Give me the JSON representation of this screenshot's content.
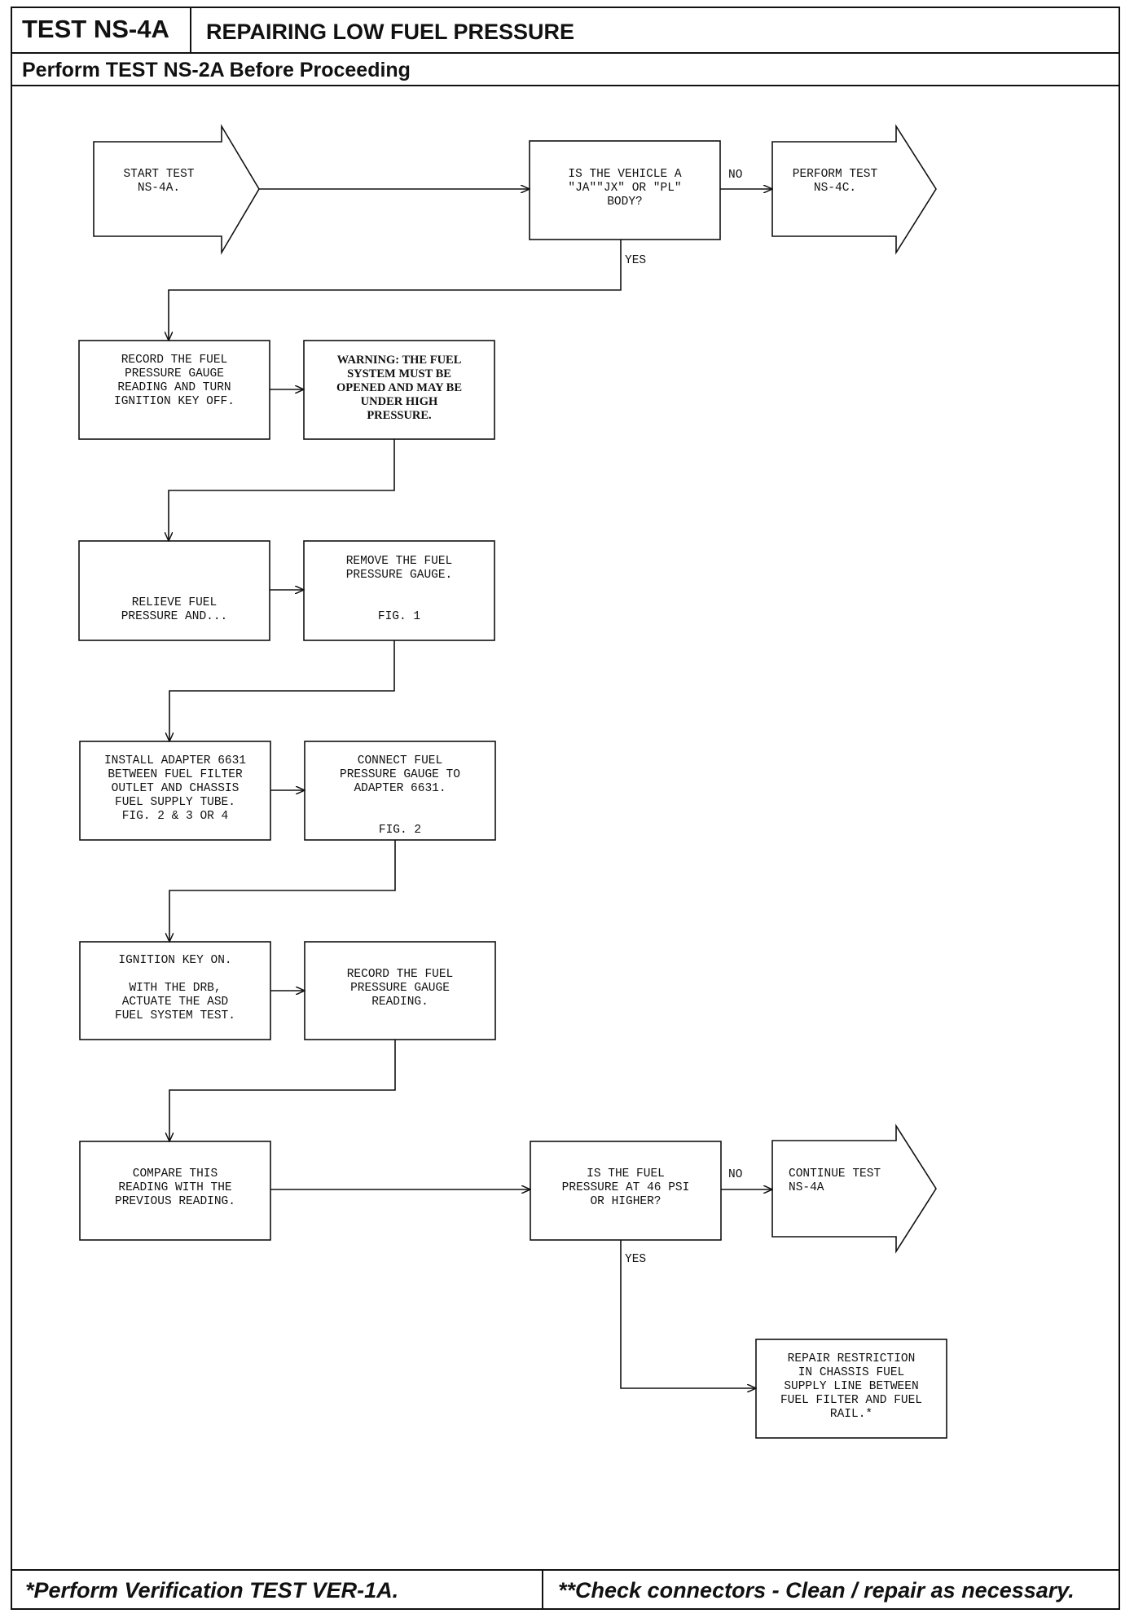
{
  "header": {
    "test_id": "TEST NS-4A",
    "title": "REPAIRING LOW FUEL PRESSURE",
    "precondition": "Perform TEST NS-2A Before Proceeding"
  },
  "flow": {
    "start": "START TEST\nNS-4A.",
    "q1": "IS THE VEHICLE A\n\"JA\"\"JX\" OR \"PL\"\nBODY?",
    "q1_no": "NO",
    "q1_yes": "YES",
    "perform_ns4c": "PERFORM TEST\nNS-4C.",
    "record_gauge": "RECORD THE FUEL\nPRESSURE GAUGE\nREADING AND TURN\nIGNITION KEY OFF.",
    "warning": "WARNING: THE FUEL\nSYSTEM MUST BE\nOPENED AND MAY BE\nUNDER HIGH\nPRESSURE.",
    "relieve": "RELIEVE FUEL\nPRESSURE AND...",
    "remove_gauge": "REMOVE THE FUEL\nPRESSURE GAUGE.\n\n\nFIG. 1",
    "install_adapter": "INSTALL ADAPTER 6631\nBETWEEN FUEL FILTER\nOUTLET AND CHASSIS\nFUEL SUPPLY TUBE.\nFIG. 2 & 3 OR 4",
    "connect_gauge": "CONNECT FUEL\nPRESSURE GAUGE TO\nADAPTER 6631.\n\n\nFIG. 2",
    "ignition_on": "IGNITION KEY ON.\n\nWITH THE DRB,\nACTUATE THE ASD\nFUEL SYSTEM TEST.",
    "record_reading": "RECORD THE FUEL\nPRESSURE GAUGE\nREADING.",
    "compare": "COMPARE THIS\nREADING WITH THE\nPREVIOUS READING.",
    "q2": "IS THE FUEL\nPRESSURE AT 46 PSI\nOR HIGHER?",
    "q2_no": "NO",
    "q2_yes": "YES",
    "continue_ns4a": "CONTINUE TEST\nNS-4A",
    "repair": "REPAIR RESTRICTION\nIN CHASSIS FUEL\nSUPPLY LINE BETWEEN\nFUEL FILTER AND FUEL\nRAIL.*"
  },
  "footer": {
    "left": "*Perform Verification TEST VER-1A.",
    "right": "**Check connectors - Clean / repair as necessary."
  }
}
